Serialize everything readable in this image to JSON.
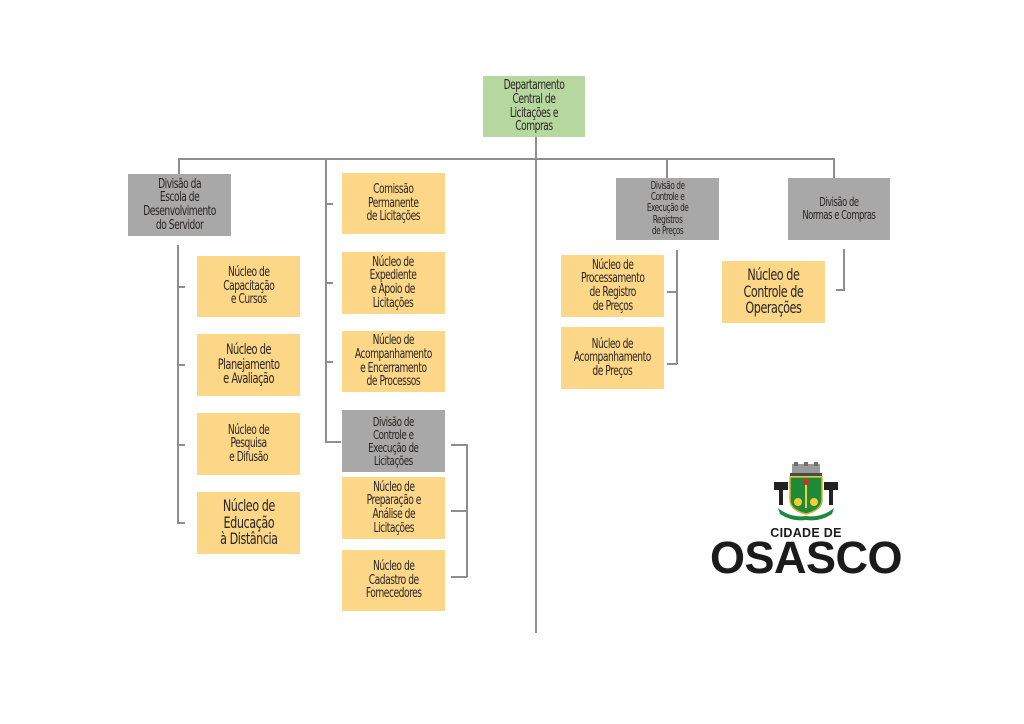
{
  "diagram": {
    "type": "org-chart",
    "root": {
      "label": "Departamento\nCentral de\nLicitações e\nCompras",
      "color": "#b6d7a0"
    },
    "colors": {
      "division": "#a8a8a8",
      "nucleus": "#fdd788",
      "root": "#b6d7a0",
      "connector": "#8e8e8e"
    },
    "branches": [
      {
        "label": "Divisão da\nEscola de\nDesenvolvimento\ndo Servidor",
        "kind": "division",
        "children": [
          "Núcleo de\nCapacitação\ne Cursos",
          "Núcleo de\nPlanejamento\ne Avaliação",
          "Núcleo de\nPesquisa\ne Difusão",
          "Núcleo de\nEducação\nà Distância"
        ]
      },
      {
        "kind": "direct",
        "children": [
          "Comissão\nPermanente\nde Licitações",
          "Núcleo de\nExpediente\ne Apoio de\nLicitações",
          "Núcleo de\nAcompanhamento\ne Encerramento\nde Processos"
        ],
        "sub_division": {
          "label": "Divisão de\nControle e\nExecução de\nLicitações",
          "children": [
            "Núcleo de\nPreparação e\nAnálise de\nLicitações",
            "Núcleo de\nCadastro de\nFornecedores"
          ]
        }
      },
      {
        "label": "Divisão de\nControle e\nExecução de\nRegistros\nde Preços",
        "kind": "division",
        "children": [
          "Núcleo de\nProcessamento\nde Registro\nde Preços",
          "Núcleo de\nAcompanhamento\nde Preços"
        ]
      },
      {
        "label": "Divisão de\nNormas e Compras",
        "kind": "division",
        "children": [
          "Núcleo de\nControle de\nOperações"
        ]
      }
    ]
  },
  "logo": {
    "label_top": "CIDADE DE",
    "label_main": "OSASCO",
    "icon": "coat-of-arms-icon"
  }
}
